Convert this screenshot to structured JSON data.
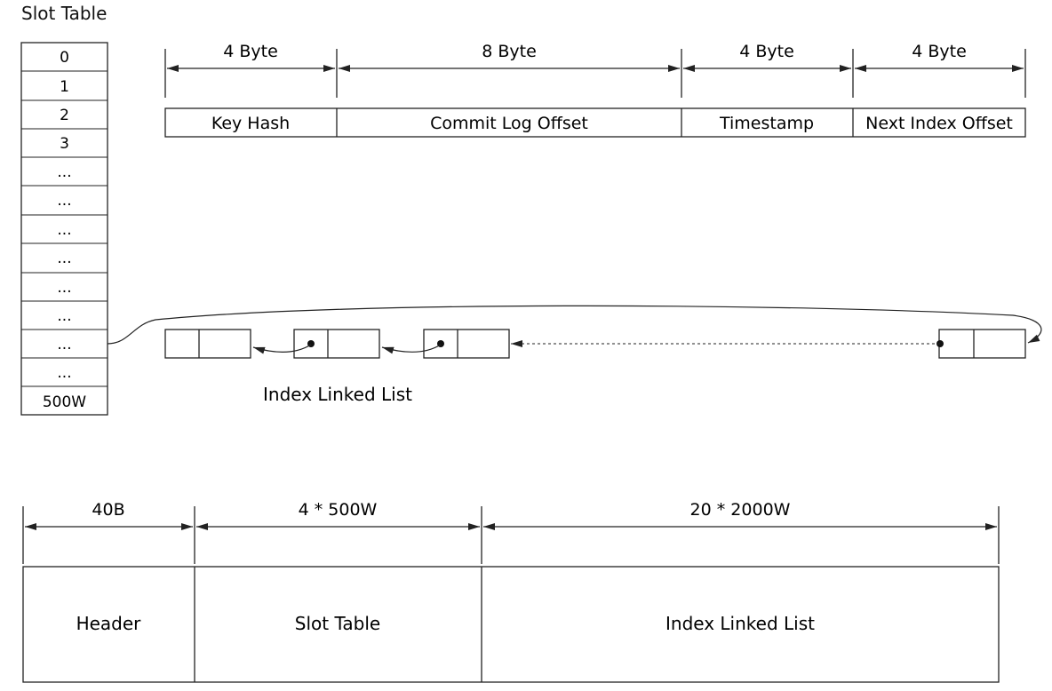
{
  "slot_table": {
    "title": "Slot Table",
    "cells": [
      "0",
      "1",
      "2",
      "3",
      "...",
      "...",
      "...",
      "...",
      "...",
      "...",
      "...",
      "...",
      "500W"
    ]
  },
  "index_entry": {
    "fields": [
      {
        "size": "4 Byte",
        "name": "Key Hash"
      },
      {
        "size": "8 Byte",
        "name": "Commit Log Offset"
      },
      {
        "size": "4 Byte",
        "name": "Timestamp"
      },
      {
        "size": "4 Byte",
        "name": "Next Index Offset"
      }
    ]
  },
  "linked_list": {
    "label": "Index Linked List"
  },
  "file_layout": {
    "sections": [
      {
        "size": "40B",
        "name": "Header"
      },
      {
        "size": "4 * 500W",
        "name": "Slot Table"
      },
      {
        "size": "20 * 2000W",
        "name": "Index Linked List"
      }
    ]
  },
  "colors": {
    "line": "#222222",
    "text": "#111111"
  }
}
